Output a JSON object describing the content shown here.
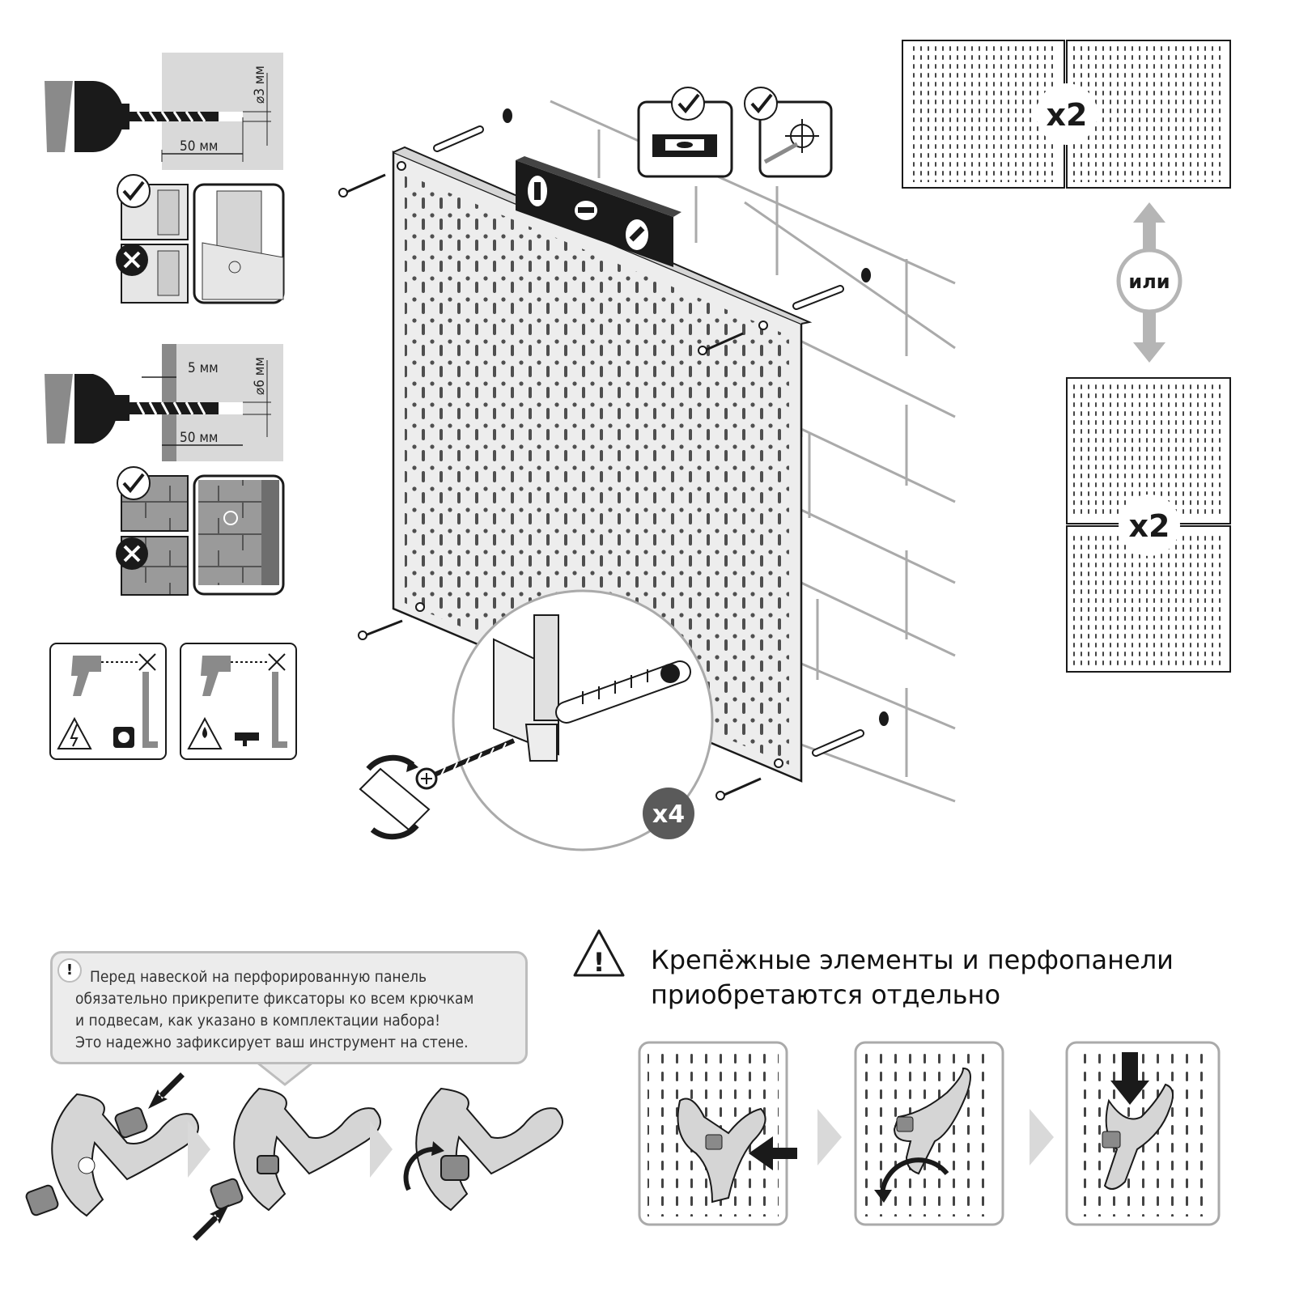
{
  "dimensions": {
    "hole_3mm": "⌀3 мм",
    "depth_50mm_a": "50 мм",
    "hole_6mm": "⌀6 мм",
    "offset_5mm": "5 мм",
    "depth_50mm_b": "50 мм"
  },
  "panel_options": {
    "top_count": "x2",
    "or_label": "или",
    "bottom_count": "x2"
  },
  "install": {
    "screw_count": "x4"
  },
  "note": {
    "icon": "exclamation-icon",
    "mark": "!",
    "lines": [
      "Перед навеской на перфорированную панель",
      "обязательно прикрепите фиксаторы ко всем крючкам",
      "и подвесам, как указано в комплектации набора!",
      "Это надежно зафиксирует ваш инструмент на стене."
    ]
  },
  "warning": {
    "icon": "warning-triangle-icon",
    "mark": "!",
    "lines": [
      "Крепёжные элементы и перфопанели",
      "приобретаются отдельно"
    ]
  },
  "colors": {
    "dark": "#1a1a1a",
    "mid_gray": "#8a8a8a",
    "light_gray": "#d9d9d9",
    "panel": "#ededed",
    "line": "#b5b5b5"
  }
}
